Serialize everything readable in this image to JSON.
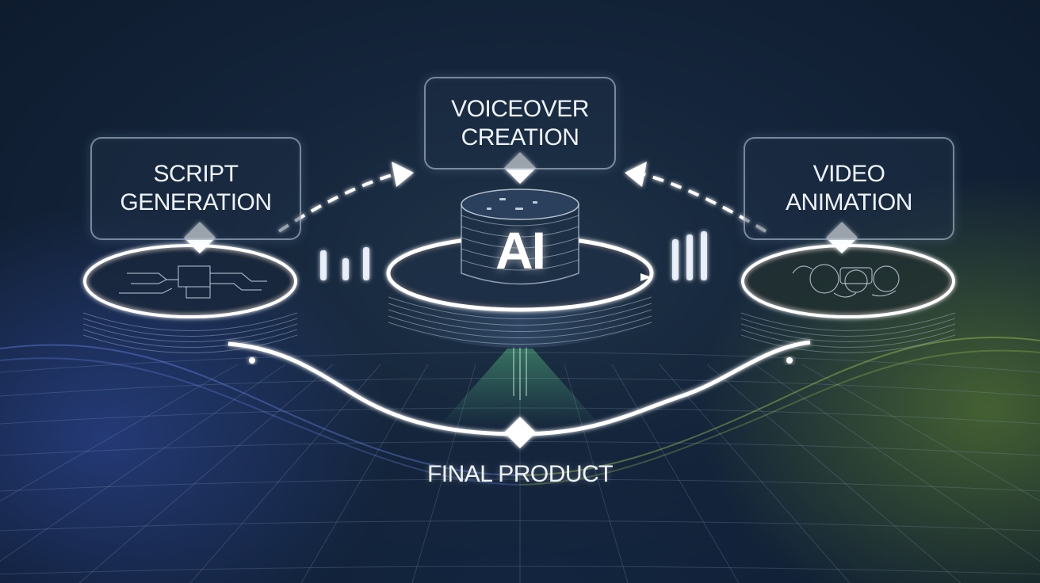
{
  "nodes": {
    "script_generation": {
      "label": "SCRIPT\nGENERATION"
    },
    "voiceover_creation": {
      "label": "VOICEOVER\nCREATION"
    },
    "video_animation": {
      "label": "VIDEO\nANIMATION"
    },
    "ai_core": {
      "label": "AI"
    },
    "final_product": {
      "label": "FINAL PRODUCT"
    }
  },
  "colors": {
    "background": "#14243a",
    "glow_white": "#ffffff",
    "left_tint": "#3a5ac8",
    "right_tint": "#6e9632",
    "beam_green": "#5fd08a"
  }
}
